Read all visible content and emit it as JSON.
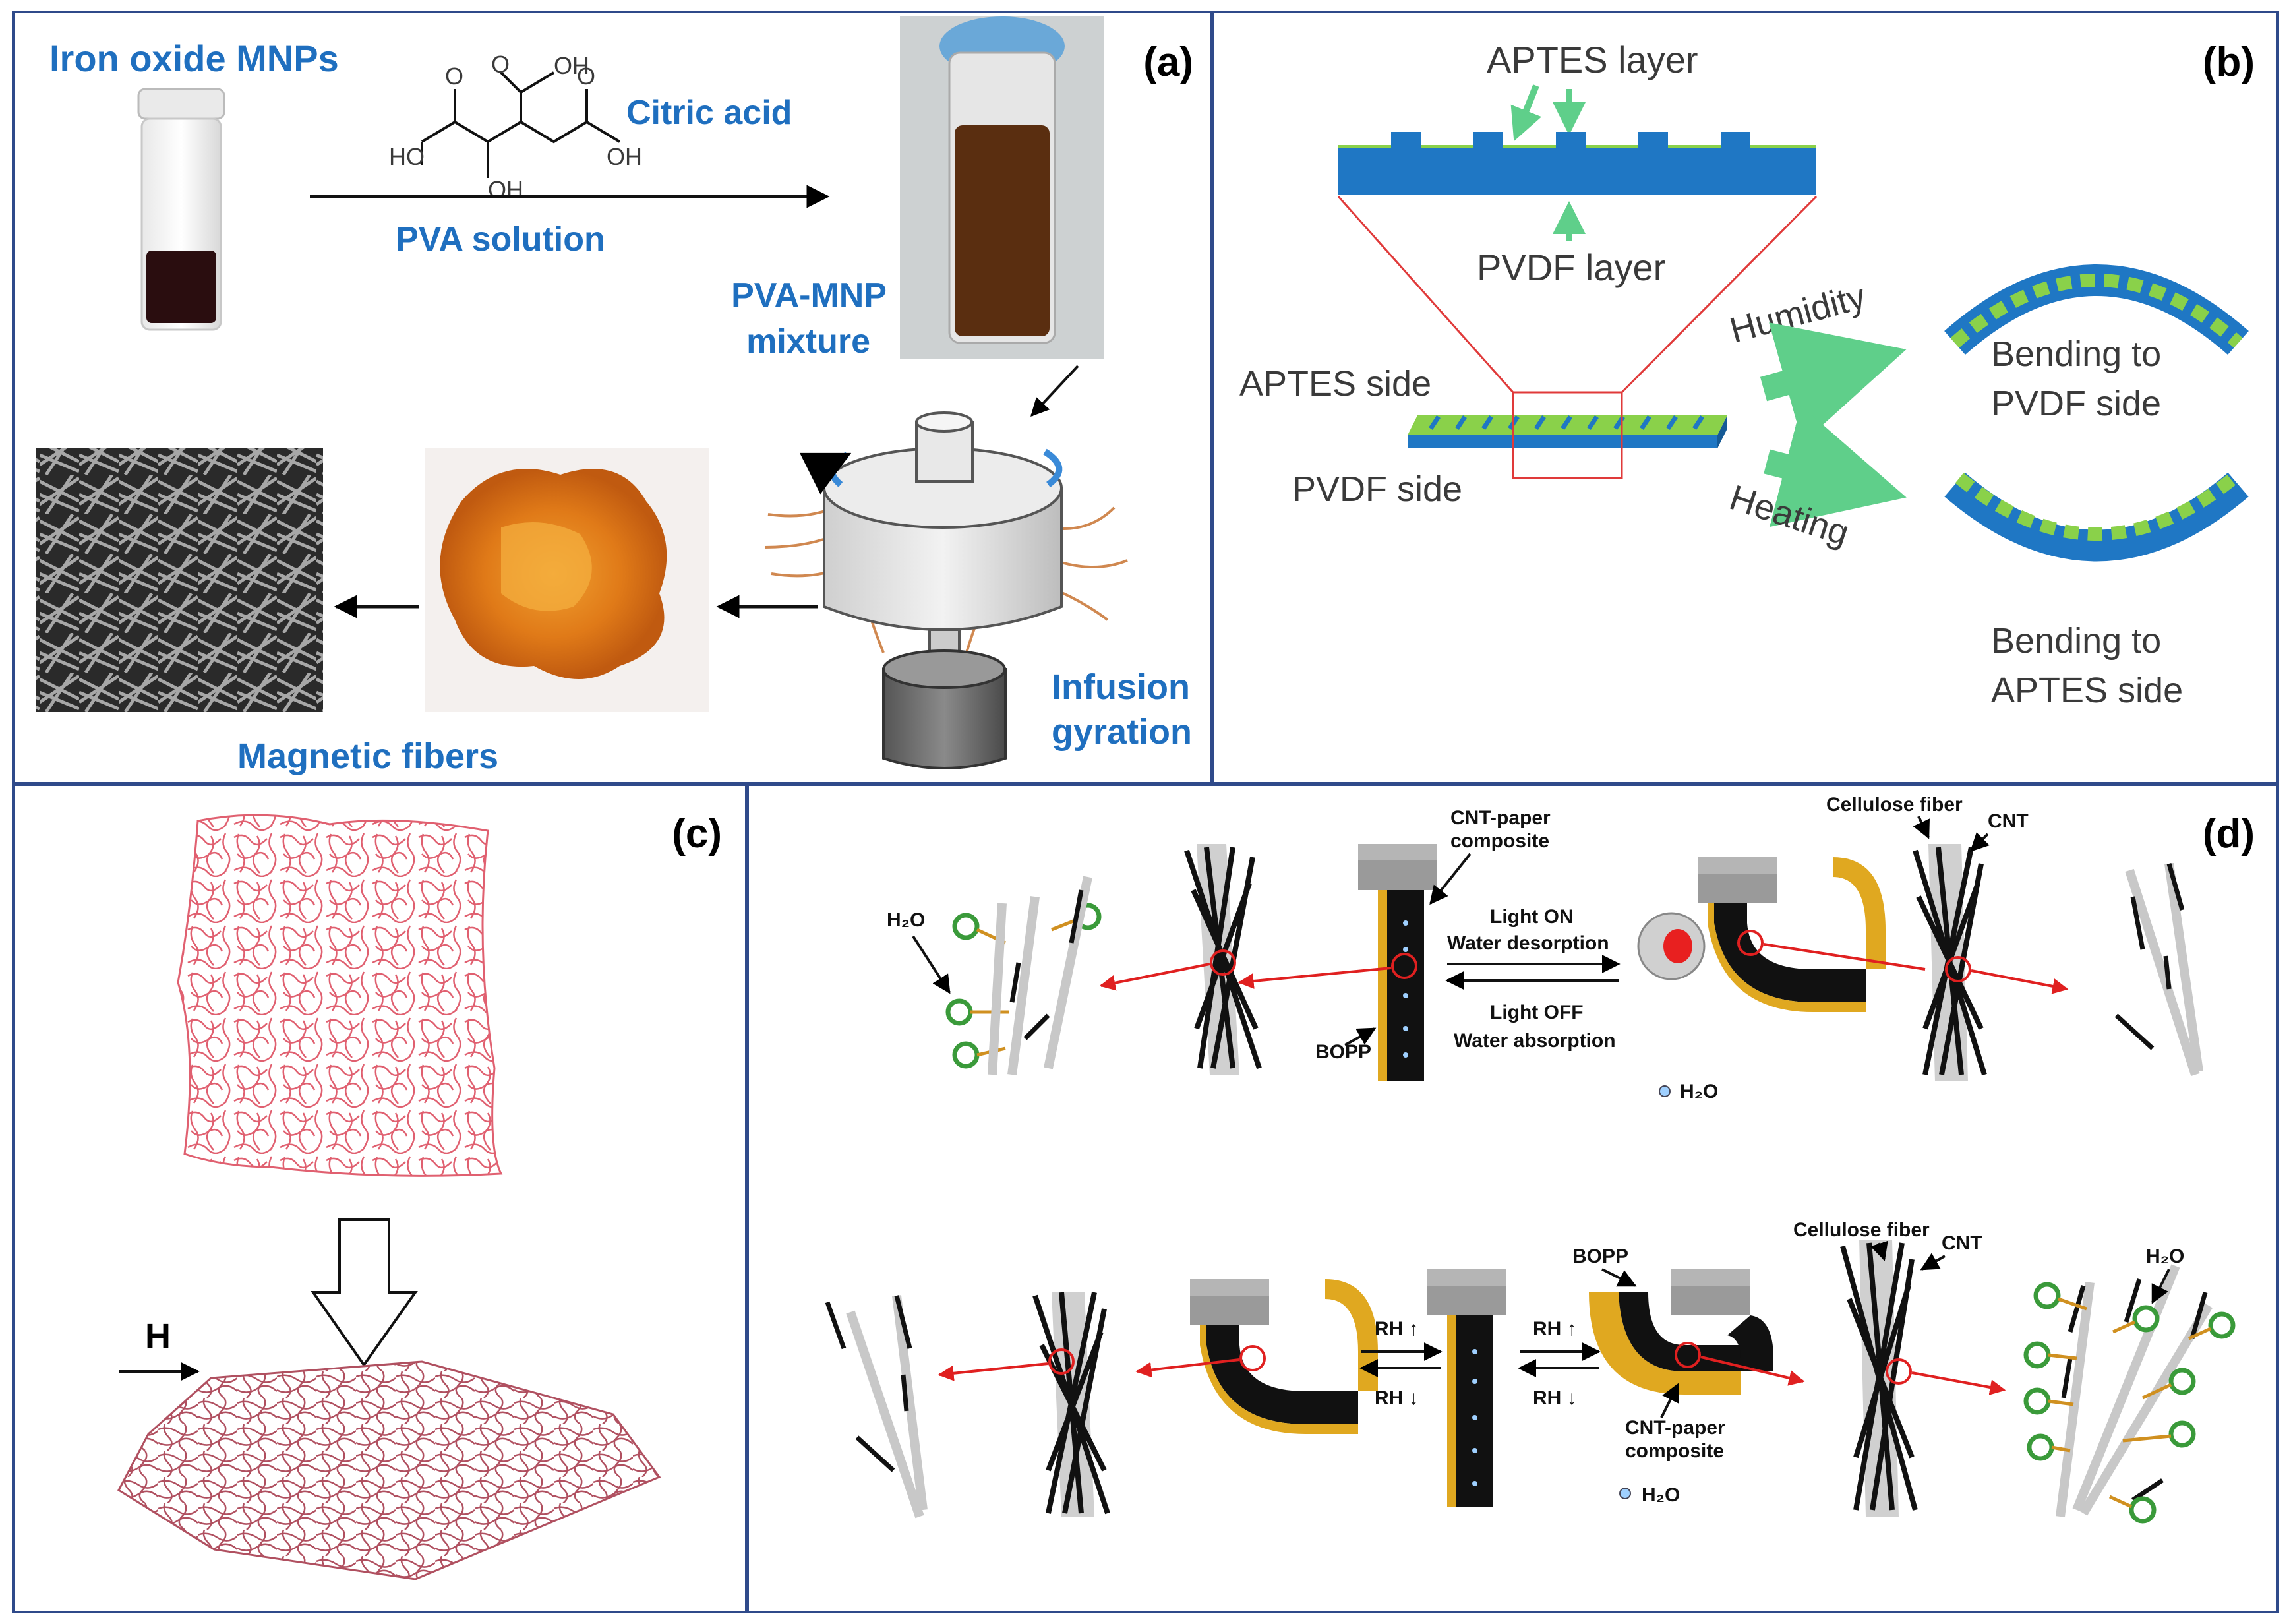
{
  "panel_a": {
    "tag": "(a)",
    "iron_oxide": "Iron oxide MNPs",
    "citric_acid": "Citric acid",
    "pva_solution": "PVA solution",
    "pva_mnp_1": "PVA-MNP",
    "pva_mnp_2": "mixture",
    "infusion": "Infusion",
    "gyration": "gyration",
    "magnetic_fibers": "Magnetic fibers",
    "chem_oh_top": "OH",
    "chem_ho_left": "HO",
    "chem_oh_mid": "OH",
    "chem_oh_right": "OH",
    "chem_o1": "O",
    "chem_o2": "O",
    "chem_o3": "O"
  },
  "panel_b": {
    "tag": "(b)",
    "aptes_layer": "APTES layer",
    "pvdf_layer": "PVDF layer",
    "aptes_side": "APTES side",
    "pvdf_side": "PVDF side",
    "humidity": "Humidity",
    "heating": "Heating",
    "bend_pvdf_1": "Bending to",
    "bend_pvdf_2": "PVDF side",
    "bend_aptes_1": "Bending to",
    "bend_aptes_2": "APTES side"
  },
  "panel_c": {
    "tag": "(c)",
    "field": "H"
  },
  "panel_d": {
    "tag": "(d)",
    "cnt_paper_1": "CNT-paper",
    "cnt_paper_2": "composite",
    "light_on": "Light ON",
    "water_desorption": "Water desorption",
    "light_off": "Light OFF",
    "water_absorption": "Water absorption",
    "bopp_top": "BOPP",
    "h2o_legend_top": "H₂O",
    "h2o_left": "H₂O",
    "cellulose_top": "Cellulose fiber",
    "cnt_top": "CNT",
    "rh_up_1": "RH ↑",
    "rh_down_1": "RH ↓",
    "rh_up_2": "RH ↑",
    "rh_down_2": "RH ↓",
    "bopp_bottom": "BOPP",
    "cnt_paper_b1": "CNT-paper",
    "cnt_paper_b2": "composite",
    "h2o_legend_bottom": "H₂O",
    "cellulose_bottom": "Cellulose fiber",
    "cnt_bottom": "CNT",
    "h2o_right": "H₂O"
  },
  "colors": {
    "label_blue": "#1f6fbf",
    "aptes_green": "#8ad14a",
    "pvdf_blue": "#1f77c4",
    "arrow_green": "#5fcf8a",
    "network_red": "#e06070",
    "bopp_gold": "#e0a820",
    "cnt_black": "#111111",
    "fiber_gray": "#c8c8c8"
  }
}
